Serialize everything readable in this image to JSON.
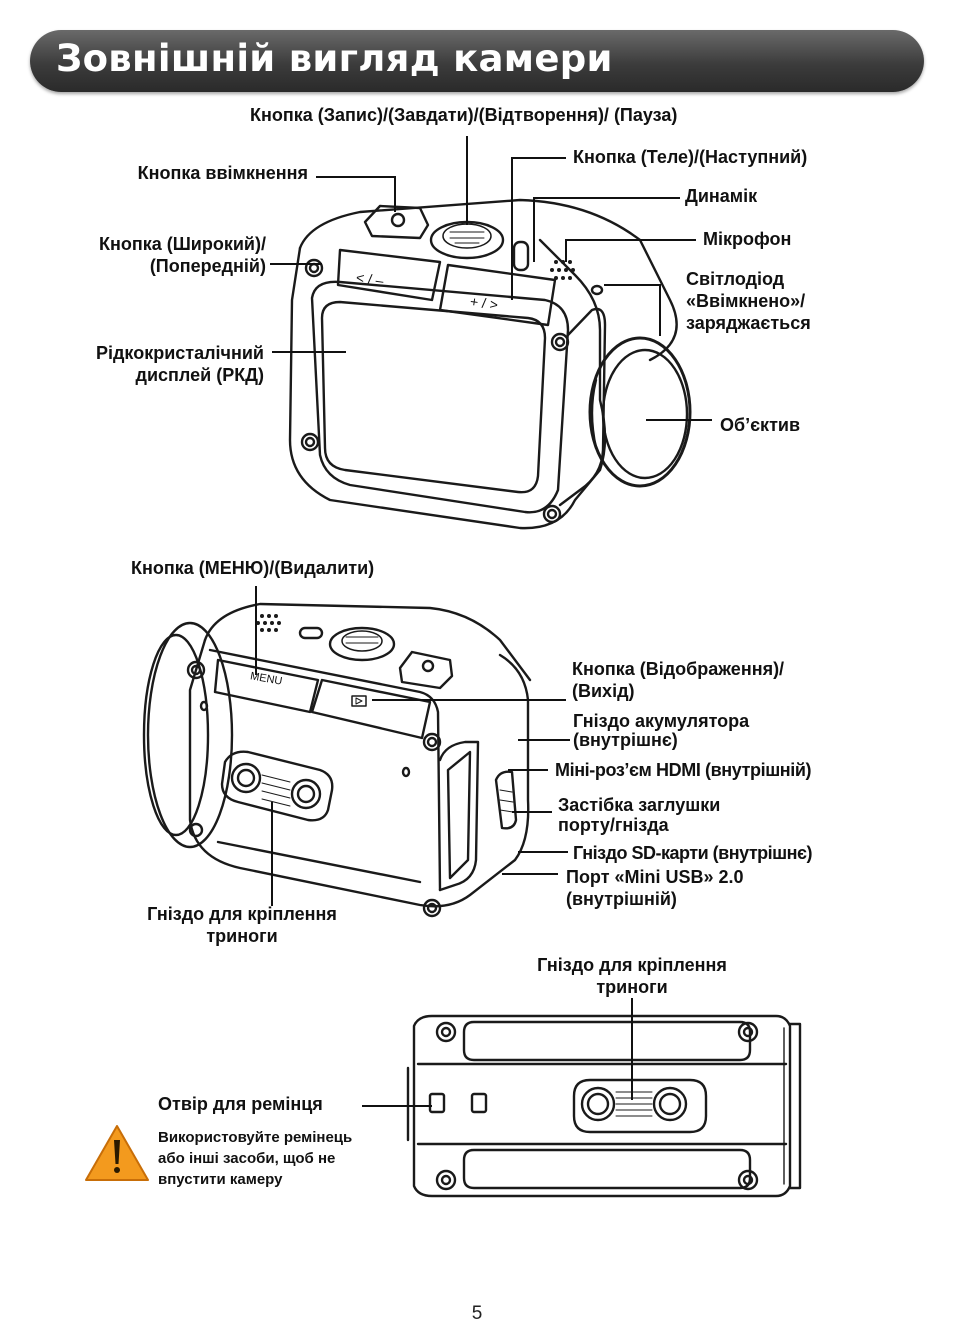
{
  "header": {
    "title": "Зовнішній вигляд камери"
  },
  "front_view": {
    "record_button": "Кнопка (Запис)/(Завдати)/(Відтворення)/ (Пауза)",
    "power_button": "Кнопка ввімкнення",
    "tele_button": "Кнопка (Теле)/(Наступний)",
    "speaker": "Динамік",
    "wide_button": "Кнопка (Широкий)/\n(Попередній)",
    "microphone": "Мікрофон",
    "led": "Світлодіод\n«Ввімкнено»/\nзаряджається",
    "lcd": "Рідкокристалічний\nдисплей (РКД)",
    "lens": "Об’єктив",
    "btn_left_marks": "< / –",
    "btn_right_marks": "+ / >"
  },
  "back_view": {
    "menu_button": "Кнопка (МЕНЮ)/(Видалити)",
    "menu_key_label": "MENU",
    "display_button": "Кнопка (Відображення)/\n(Вихід)",
    "battery_slot": "Гніздо акумулятора\n(внутрішнє)",
    "hdmi": "Міні-роз’єм HDMI (внутрішній)",
    "latch": "Застібка заглушки\nпорту/гнізда",
    "sd_slot": "Гніздо SD-карти (внутрішнє)",
    "usb": "Порт «Mini USB» 2.0\n(внутрішній)",
    "tripod": "Гніздо для кріплення\nтриноги"
  },
  "bottom_view": {
    "tripod": "Гніздо для кріплення\nтриноги",
    "strap_hole": "Отвір для ремінця",
    "warning": "Використовуйте ремінець\nабо інші засоби, щоб не\nвпустити камеру"
  },
  "page_number": "5"
}
